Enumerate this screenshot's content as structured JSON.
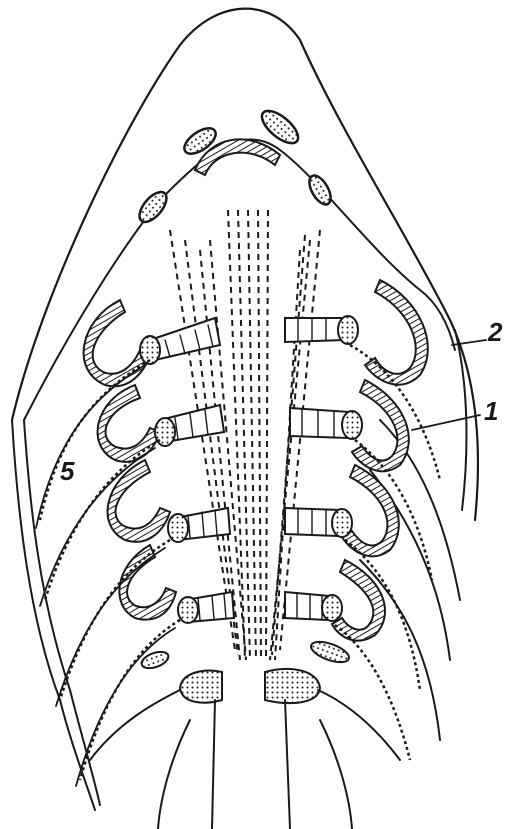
{
  "labels": {
    "label_1": "1",
    "label_2": "2",
    "label_5": "5"
  }
}
